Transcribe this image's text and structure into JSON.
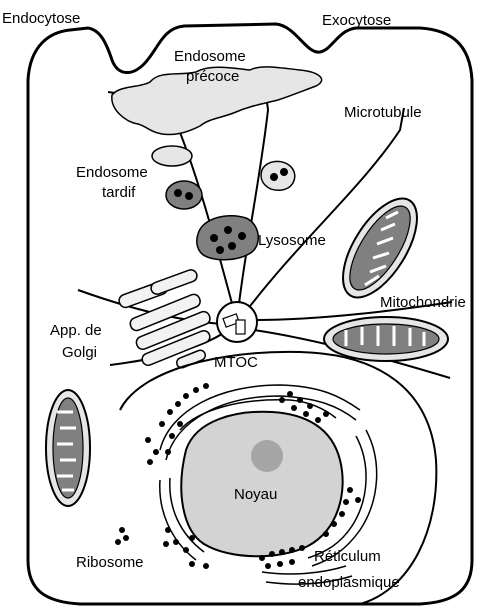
{
  "labels": {
    "endocytose": "Endocytose",
    "exocytose": "Exocytose",
    "endosome_precoce_1": "Endosome",
    "endosome_precoce_2": "précoce",
    "microtubule": "Microtubule",
    "endosome_tardif_1": "Endosome",
    "endosome_tardif_2": "tardif",
    "lysosome": "Lysosome",
    "mitochondrie": "Mitochondrie",
    "golgi_1": "App. de",
    "golgi_2": "Golgi",
    "mtoc": "MTOC",
    "noyau": "Noyau",
    "ribosome": "Ribosome",
    "reticulum_1": "Réticulum",
    "reticulum_2": "endoplasmique"
  },
  "colors": {
    "outline": "#000000",
    "organelle_light": "#e6e6e6",
    "organelle_dark": "#808080",
    "nucleus": "#d3d3d3",
    "nucleolus": "#a6a6a6",
    "ribosome": "#000000"
  }
}
